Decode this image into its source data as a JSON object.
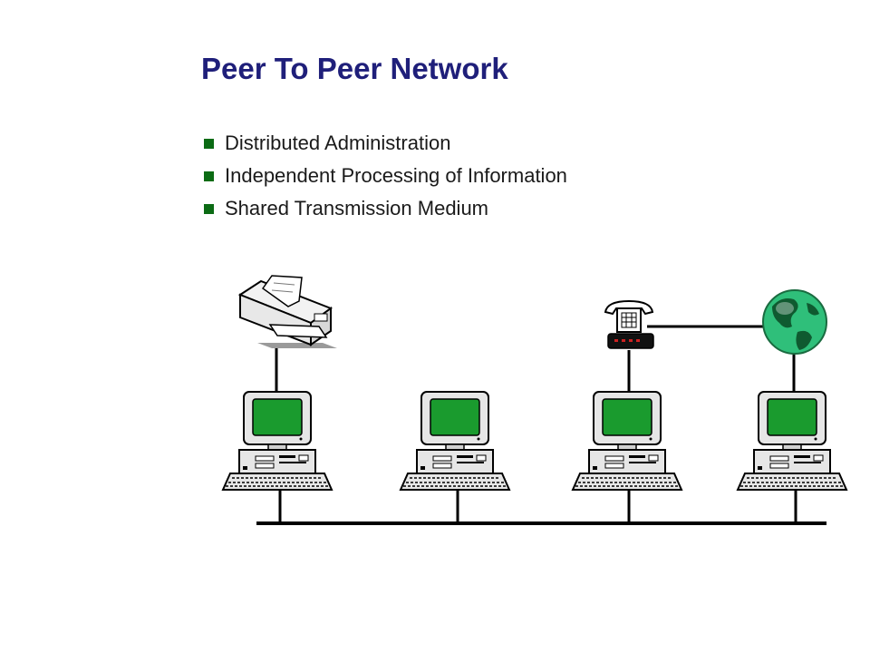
{
  "slide": {
    "title": "Peer To Peer Network",
    "bullets": [
      "Distributed Administration",
      "Independent Processing of Information",
      "Shared Transmission Medium"
    ]
  },
  "colors": {
    "title": "#1f1f7a",
    "bullet": "#0b6b14",
    "screen": "#1a9b2e",
    "cable": "#000000"
  },
  "diagram": {
    "computers": 4,
    "devices": [
      "printer-icon",
      "telephone-modem-icon",
      "globe-icon"
    ]
  }
}
